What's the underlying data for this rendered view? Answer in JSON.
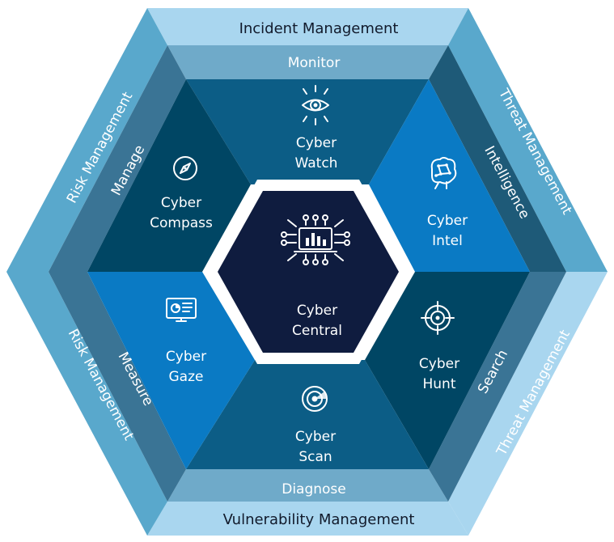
{
  "outer_ring": {
    "top": "Incident Management",
    "bottom": "Vulnerability Management",
    "upper_left": "Risk Management",
    "lower_left": "Risk Management",
    "upper_right": "Threat Management",
    "lower_right": "Threat Management"
  },
  "middle_ring": {
    "top": "Monitor",
    "bottom": "Diagnose",
    "upper_left": "Manage",
    "lower_left": "Measure",
    "upper_right": "Intelligence",
    "lower_right": "Search"
  },
  "segments": {
    "watch": {
      "line1": "Cyber",
      "line2": "Watch",
      "icon": "eye-icon"
    },
    "intel": {
      "line1": "Cyber",
      "line2": "Intel",
      "icon": "brain-network-icon"
    },
    "hunt": {
      "line1": "Cyber",
      "line2": "Hunt",
      "icon": "crosshair-icon"
    },
    "scan": {
      "line1": "Cyber",
      "line2": "Scan",
      "icon": "radar-icon"
    },
    "gaze": {
      "line1": "Cyber",
      "line2": "Gaze",
      "icon": "dashboard-monitor-icon"
    },
    "compass": {
      "line1": "Cyber",
      "line2": "Compass",
      "icon": "compass-icon"
    }
  },
  "center": {
    "line1": "Cyber",
    "line2": "Central",
    "icon": "laptop-chart-network-icon"
  },
  "colors": {
    "background": "#ffffff",
    "outer_light": "#a9d6ef",
    "outer_mid": "#59a8cc",
    "middle_band": "#6faac9",
    "inner_dark": "#3a7495",
    "watch": "#0c5d86",
    "intel": "#0a7ac4",
    "hunt": "#004664",
    "scan": "#0c5d86",
    "gaze": "#0a7ac4",
    "compass": "#004664",
    "center": "#0f1c3f"
  }
}
